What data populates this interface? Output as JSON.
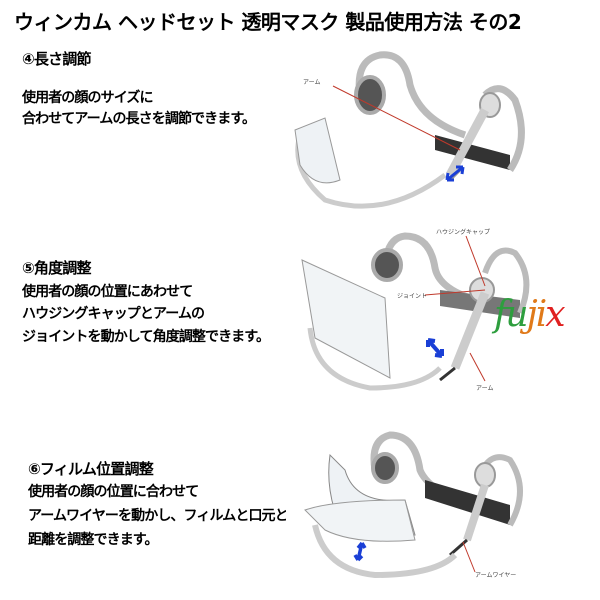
{
  "title": "ウィンカム ヘッドセット 透明マスク 製品使用方法 その2",
  "sections": [
    {
      "heading": "④長さ調節",
      "lines": [
        "使用者の顔のサイズに",
        "合わせてアームの長さを調節できます。"
      ],
      "callouts": [
        "アーム"
      ]
    },
    {
      "heading": "⑤角度調整",
      "lines": [
        "使用者の顔の位置にあわせて",
        "ハウジングキャップとアームの",
        "ジョイントを動かして角度調整できます。"
      ],
      "callouts": [
        "ハウジングキャップ",
        "ジョイント",
        "アーム"
      ]
    },
    {
      "heading": "⑥フィルム位置調整",
      "lines": [
        "使用者の顔の位置に合わせて",
        "アームワイヤーを動かし、フィルムと口元との",
        "距離を調整できます。"
      ],
      "callouts": [
        "アームワイヤー"
      ]
    }
  ],
  "logo": {
    "letters": [
      "f",
      "u",
      "j",
      "i",
      "x"
    ],
    "colors": [
      "#2e9e3e",
      "#2e9e3e",
      "#e07a1a",
      "#e07a1a",
      "#e02020"
    ]
  },
  "colors": {
    "arrow": "#1a3fd6",
    "callout_line": "#c0392b"
  }
}
